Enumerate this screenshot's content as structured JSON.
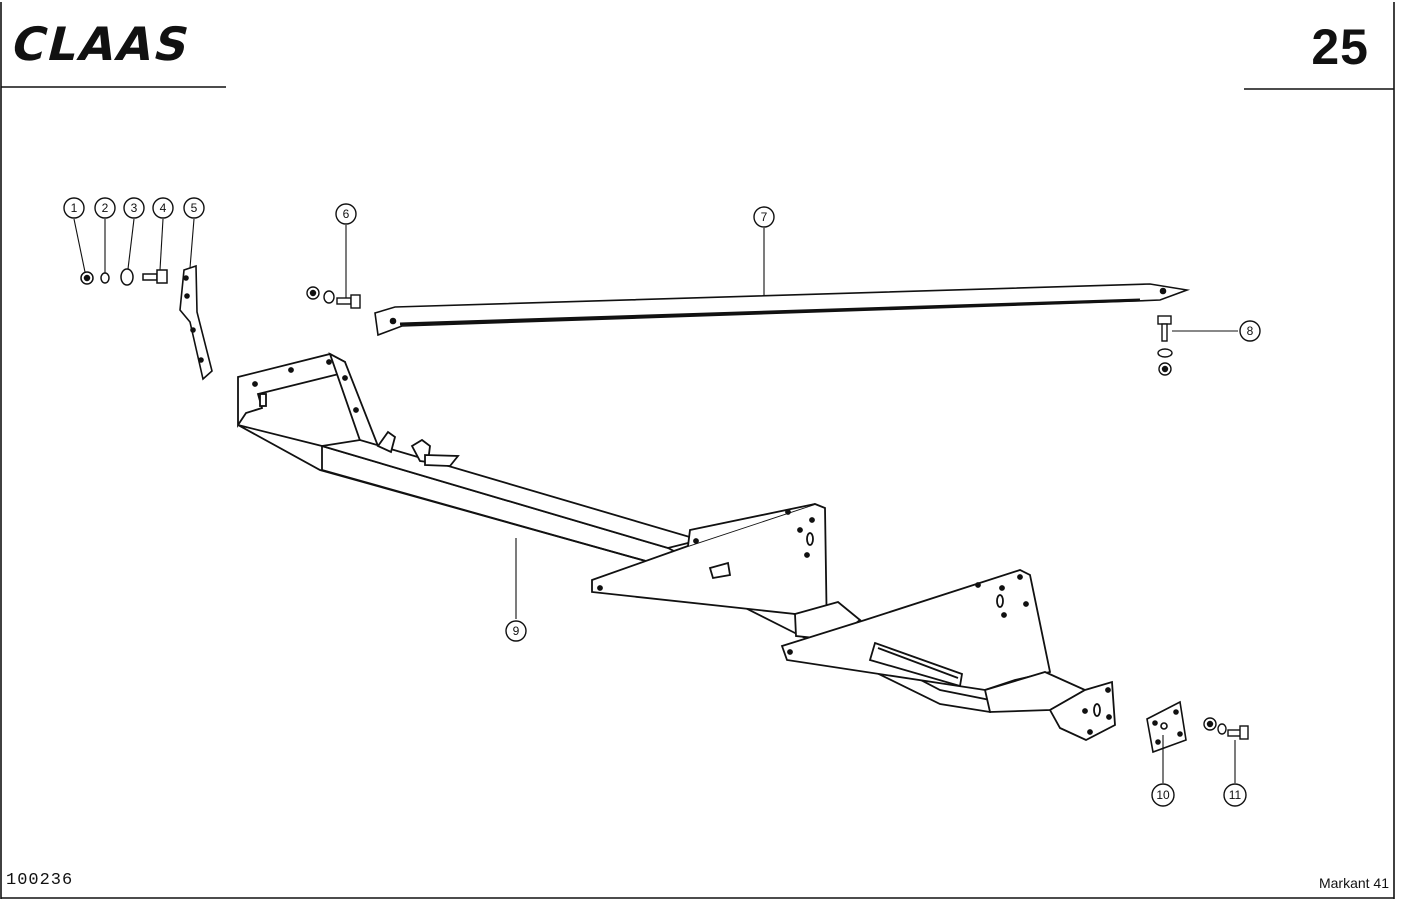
{
  "header": {
    "brand": "CLAAS",
    "page_number": "25"
  },
  "footer": {
    "document_id": "100236",
    "model": "Markant 41"
  },
  "callouts": [
    "1",
    "2",
    "3",
    "4",
    "5",
    "6",
    "7",
    "8",
    "9",
    "10",
    "11"
  ]
}
